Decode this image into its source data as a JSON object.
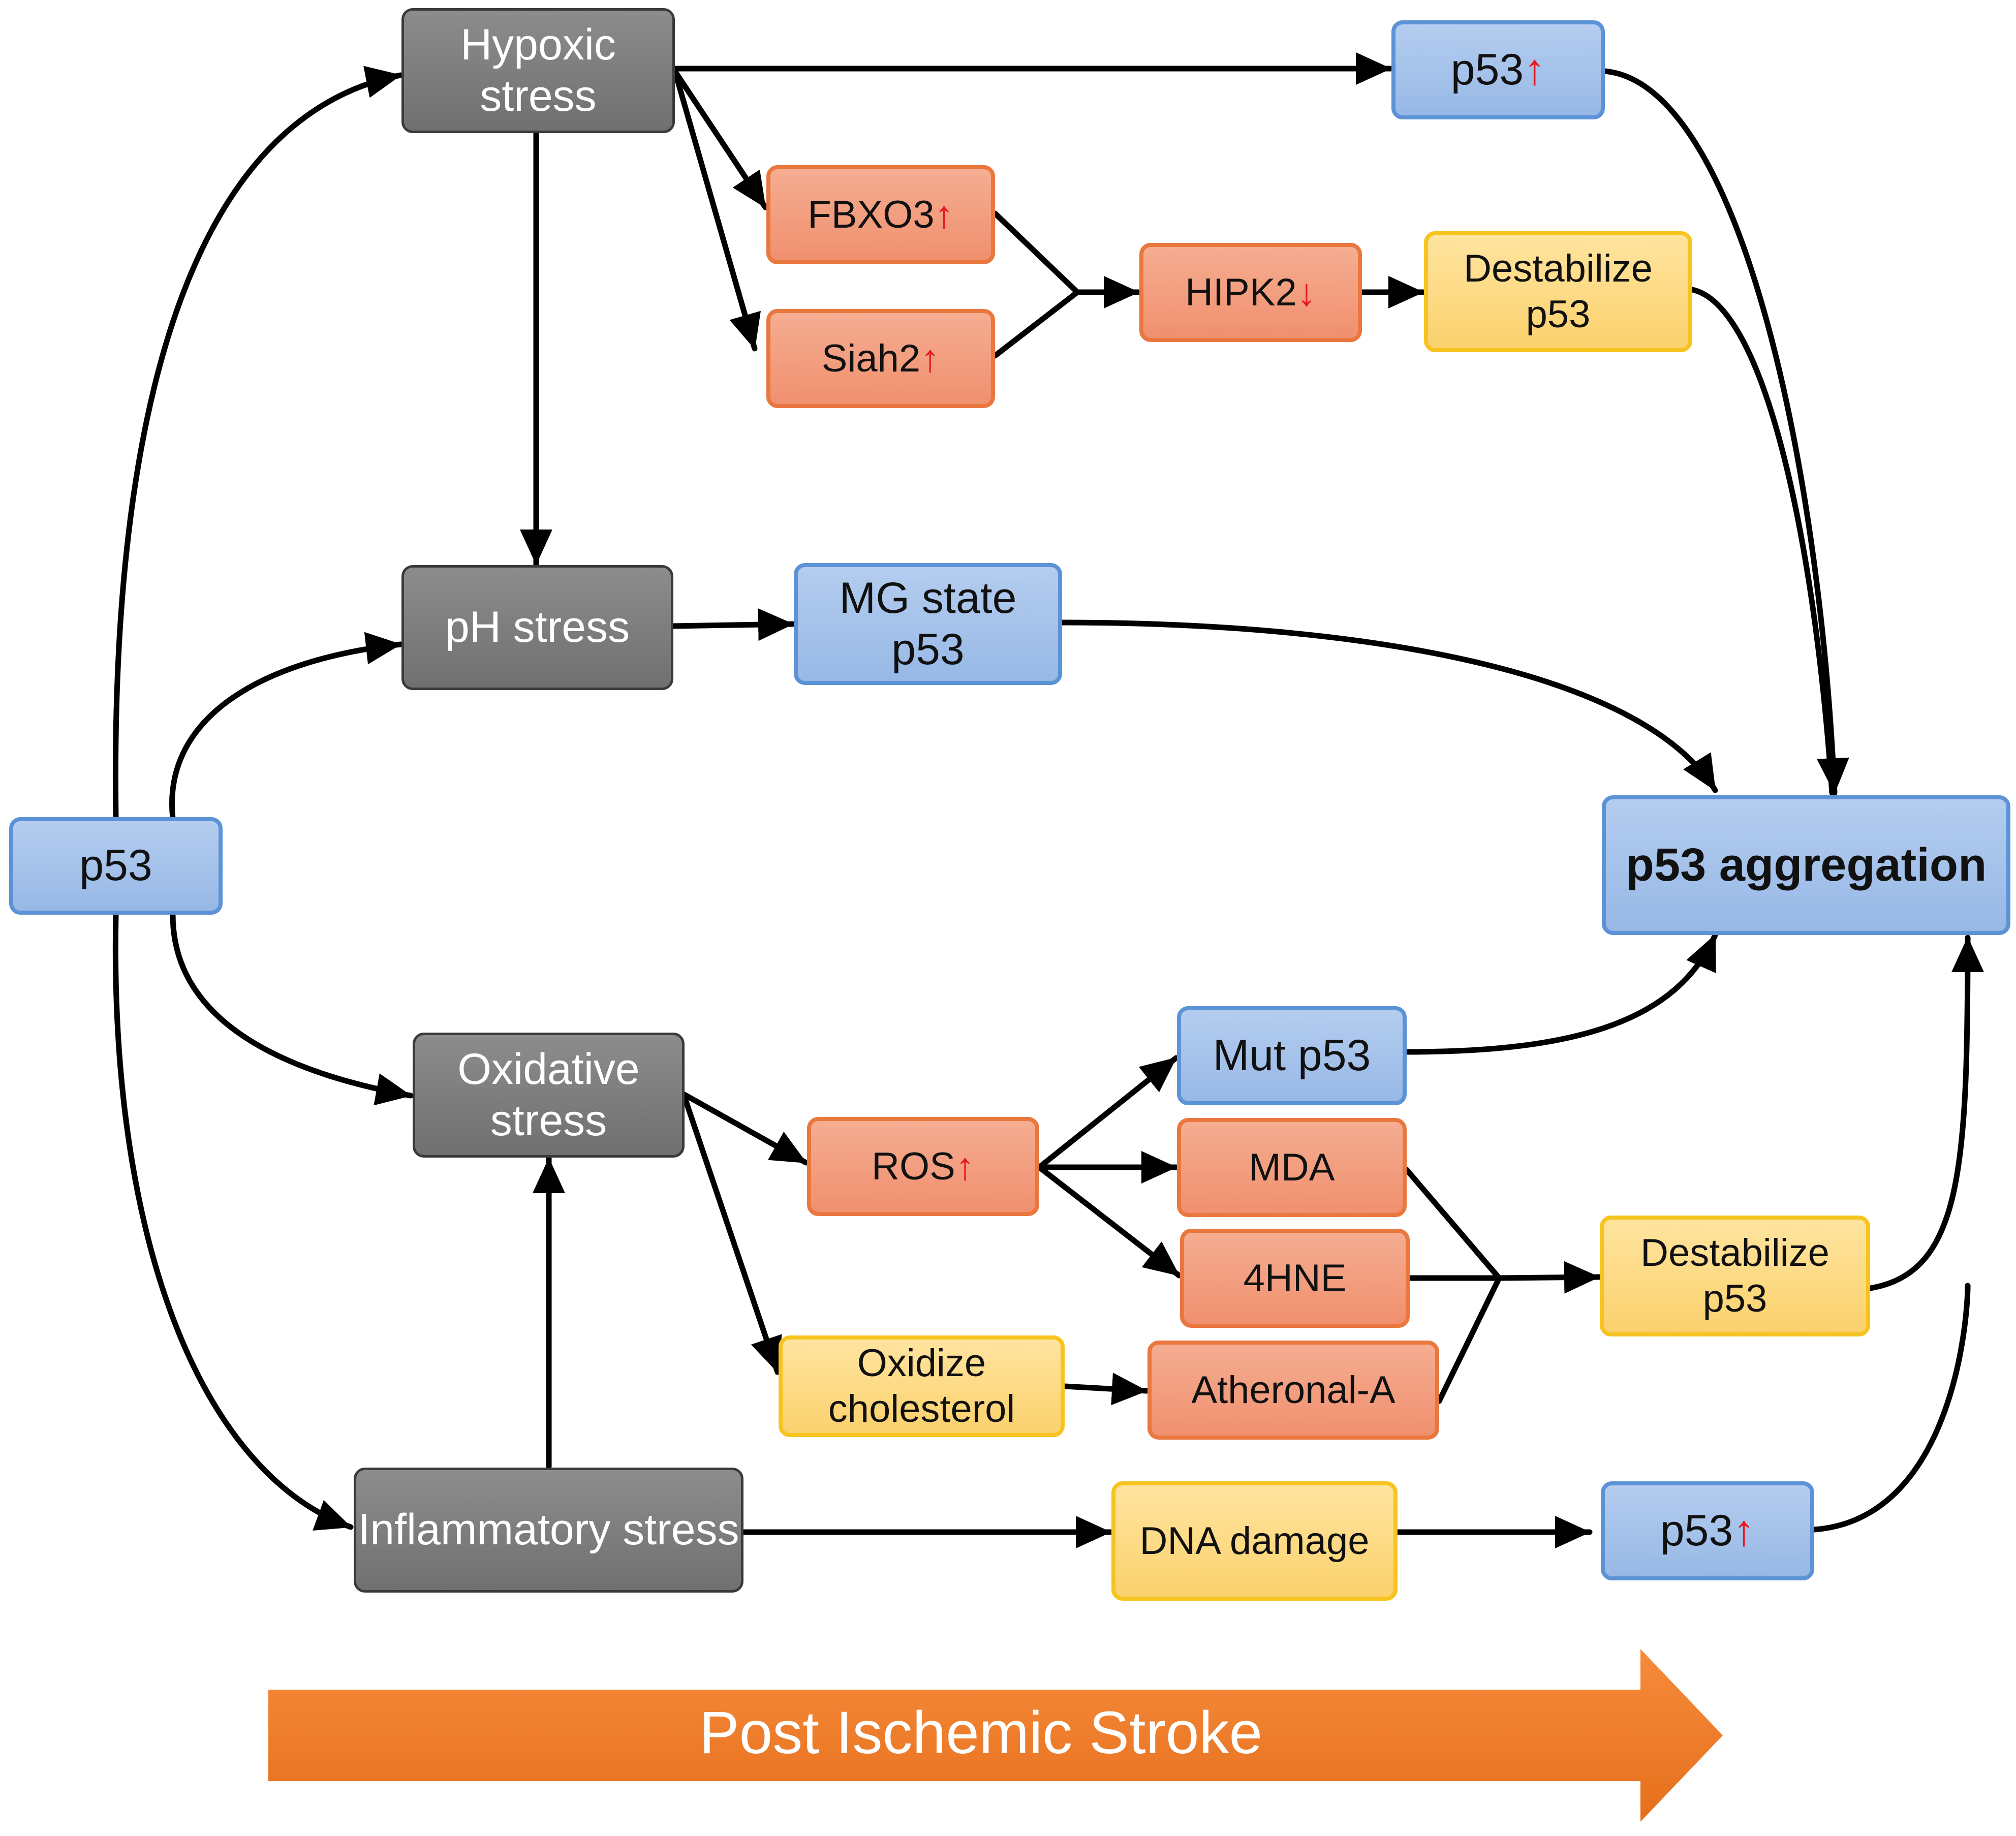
{
  "nodes": {
    "p53_root": "p53",
    "hypoxic_stress": "Hypoxic stress",
    "ph_stress": "pH stress",
    "oxidative_stress": "Oxidative stress",
    "inflammatory_stress": "Inflammatory stress",
    "p53_up_top": {
      "label": "p53",
      "arrow": "↑"
    },
    "fbxo3": {
      "label": "FBXO3",
      "arrow": "↑"
    },
    "siah2": {
      "label": "Siah2",
      "arrow": "↑"
    },
    "hipk2": {
      "label": "HIPK2",
      "arrow": "↓"
    },
    "destabilize_top": "Destabilize p53",
    "mg_state": "MG state p53",
    "p53_aggregation": "p53 aggregation",
    "mut_p53": "Mut p53",
    "ros": {
      "label": "ROS",
      "arrow": "↑"
    },
    "mda": "MDA",
    "hne": "4HNE",
    "destabilize_bottom": "Destabilize p53",
    "oxidize_cholesterol": "Oxidize cholesterol",
    "atheronal": "Atheronal-A",
    "dna_damage": "DNA damage",
    "p53_up_bottom": {
      "label": "p53",
      "arrow": "↑"
    }
  },
  "banner": "Post Ischemic Stroke",
  "colors": {
    "gray": "#7a7a7a",
    "blue": "#a6c3ec",
    "orange": "#f29f80",
    "yellow": "#fbd97e",
    "up_arrow": "#e8191e",
    "banner": "#f07a2c"
  }
}
